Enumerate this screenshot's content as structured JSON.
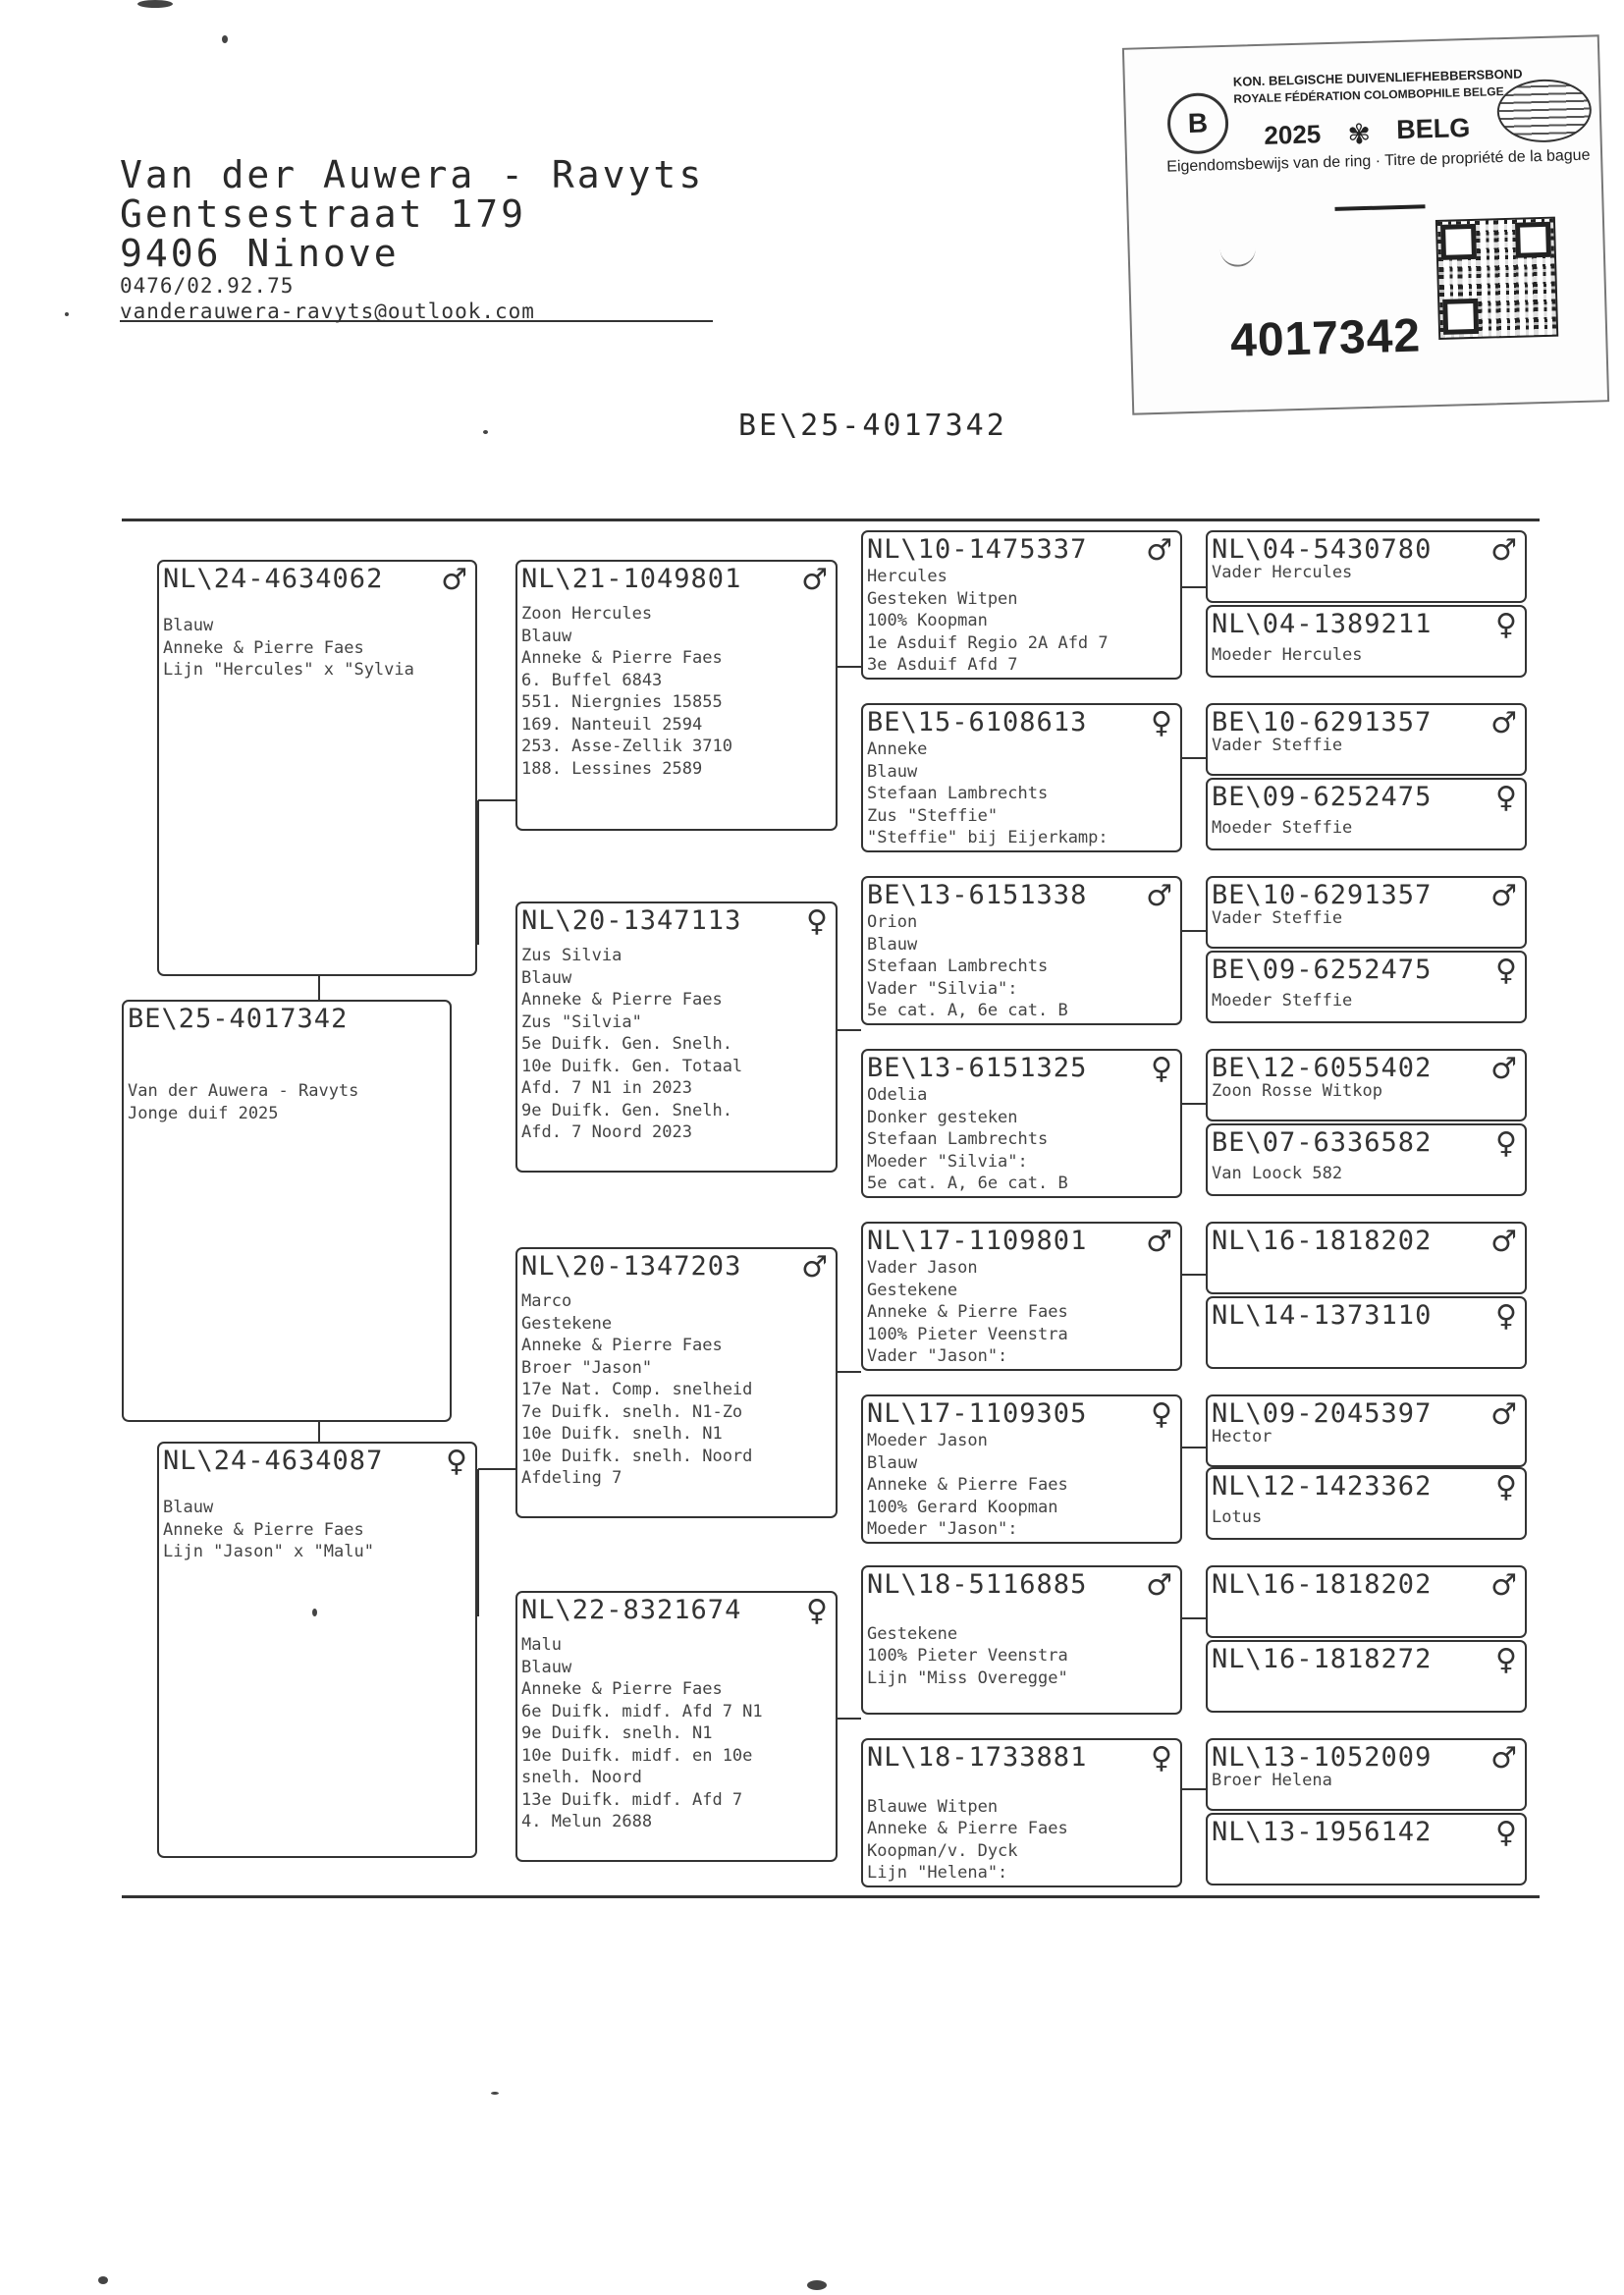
{
  "owner": {
    "name": "Van der Auwera - Ravyts",
    "street": "Gentsestraat 179",
    "city": "9406 Ninove",
    "phone": "0476/02.92.75",
    "email": "vanderauwera-ravyts@outlook.com"
  },
  "ring_header": "BE\\25-4017342",
  "certificate": {
    "org_line1": "KON. BELGISCHE DUIVENLIEFHEBBERSBOND",
    "org_line2": "ROYALE FÉDÉRATION COLOMBOPHILE BELGE",
    "logo_letter": "B",
    "year": "2025",
    "country": "BELG",
    "subtitle": "Eigendomsbewijs van de ring · Titre de propriété de la bague",
    "ring_number": "4017342"
  },
  "symbols": {
    "male": "♂",
    "female": "♀"
  },
  "pedigree": {
    "subject": {
      "ring": "BE\\25-4017342",
      "sex": "",
      "desc": "Van der Auwera - Ravyts\nJonge duif 2025"
    },
    "sire": {
      "ring": "NL\\24-4634062",
      "sex": "♂",
      "desc": "Blauw\nAnneke & Pierre Faes\nLijn \"Hercules\" x \"Sylvia"
    },
    "dam": {
      "ring": "NL\\24-4634087",
      "sex": "♀",
      "desc": "Blauw\nAnneke & Pierre Faes\nLijn \"Jason\" x \"Malu\""
    },
    "gen2": [
      {
        "ring": "NL\\21-1049801",
        "sex": "♂",
        "desc": "Zoon Hercules\nBlauw\nAnneke & Pierre Faes\n6. Buffel 6843\n551. Niergnies 15855\n169. Nanteuil 2594\n253. Asse-Zellik 3710\n188. Lessines 2589"
      },
      {
        "ring": "NL\\20-1347113",
        "sex": "♀",
        "desc": "Zus Silvia\nBlauw\nAnneke & Pierre Faes\nZus \"Silvia\"\n5e Duifk. Gen. Snelh.\n10e Duifk. Gen. Totaal\nAfd. 7 N1 in 2023\n9e Duifk. Gen. Snelh.\nAfd. 7 Noord 2023"
      },
      {
        "ring": "NL\\20-1347203",
        "sex": "♂",
        "desc": "Marco\nGestekene\nAnneke & Pierre Faes\nBroer \"Jason\"\n17e Nat. Comp. snelheid\n7e Duifk. snelh. N1-Zo\n10e Duifk. snelh. N1\n10e Duifk. snelh. Noord\nAfdeling 7"
      },
      {
        "ring": "NL\\22-8321674",
        "sex": "♀",
        "desc": "Malu\nBlauw\nAnneke & Pierre Faes\n6e Duifk. midf. Afd 7 N1\n9e Duifk. snelh. N1\n10e Duifk. midf. en 10e\nsnelh. Noord\n13e Duifk. midf. Afd 7\n4. Melun 2688"
      }
    ],
    "gen3": [
      {
        "ring": "NL\\10-1475337",
        "sex": "♂",
        "desc": "Hercules\nGesteken Witpen\n100% Koopman\n1e Asduif Regio 2A Afd 7\n3e Asduif Afd 7"
      },
      {
        "ring": "BE\\15-6108613",
        "sex": "♀",
        "desc": "Anneke\nBlauw\nStefaan Lambrechts\nZus \"Steffie\"\n\"Steffie\" bij Eijerkamp:"
      },
      {
        "ring": "BE\\13-6151338",
        "sex": "♂",
        "desc": "Orion\nBlauw\nStefaan Lambrechts\nVader \"Silvia\":\n5e cat. A, 6e cat. B"
      },
      {
        "ring": "BE\\13-6151325",
        "sex": "♀",
        "desc": "Odelia\nDonker gesteken\nStefaan Lambrechts\nMoeder \"Silvia\":\n5e cat. A, 6e cat. B"
      },
      {
        "ring": "NL\\17-1109801",
        "sex": "♂",
        "desc": "Vader Jason\nGestekene\nAnneke & Pierre Faes\n100% Pieter Veenstra\nVader \"Jason\":"
      },
      {
        "ring": "NL\\17-1109305",
        "sex": "♀",
        "desc": "Moeder Jason\nBlauw\nAnneke & Pierre Faes\n100% Gerard Koopman\nMoeder \"Jason\":"
      },
      {
        "ring": "NL\\18-5116885",
        "sex": "♂",
        "desc": "\nGestekene\n100% Pieter Veenstra\nLijn \"Miss Overegge\""
      },
      {
        "ring": "NL\\18-1733881",
        "sex": "♀",
        "desc": "\nBlauwe Witpen\nAnneke & Pierre Faes\nKoopman/v. Dyck\nLijn \"Helena\":"
      }
    ],
    "gen4": [
      {
        "ring": "NL\\04-5430780",
        "sex": "♂",
        "desc": "Vader Hercules"
      },
      {
        "ring": "NL\\04-1389211",
        "sex": "♀",
        "desc": "Moeder Hercules"
      },
      {
        "ring": "BE\\10-6291357",
        "sex": "♂",
        "desc": "Vader Steffie"
      },
      {
        "ring": "BE\\09-6252475",
        "sex": "♀",
        "desc": "Moeder Steffie"
      },
      {
        "ring": "BE\\10-6291357",
        "sex": "♂",
        "desc": "Vader Steffie"
      },
      {
        "ring": "BE\\09-6252475",
        "sex": "♀",
        "desc": "Moeder Steffie"
      },
      {
        "ring": "BE\\12-6055402",
        "sex": "♂",
        "desc": "Zoon Rosse Witkop"
      },
      {
        "ring": "BE\\07-6336582",
        "sex": "♀",
        "desc": "Van Loock 582"
      },
      {
        "ring": "NL\\16-1818202",
        "sex": "♂",
        "desc": ""
      },
      {
        "ring": "NL\\14-1373110",
        "sex": "♀",
        "desc": ""
      },
      {
        "ring": "NL\\09-2045397",
        "sex": "♂",
        "desc": "Hector"
      },
      {
        "ring": "NL\\12-1423362",
        "sex": "♀",
        "desc": "Lotus"
      },
      {
        "ring": "NL\\16-1818202",
        "sex": "♂",
        "desc": ""
      },
      {
        "ring": "NL\\16-1818272",
        "sex": "♀",
        "desc": ""
      },
      {
        "ring": "NL\\13-1052009",
        "sex": "♂",
        "desc": "Broer Helena"
      },
      {
        "ring": "NL\\13-1956142",
        "sex": "♀",
        "desc": ""
      }
    ]
  }
}
